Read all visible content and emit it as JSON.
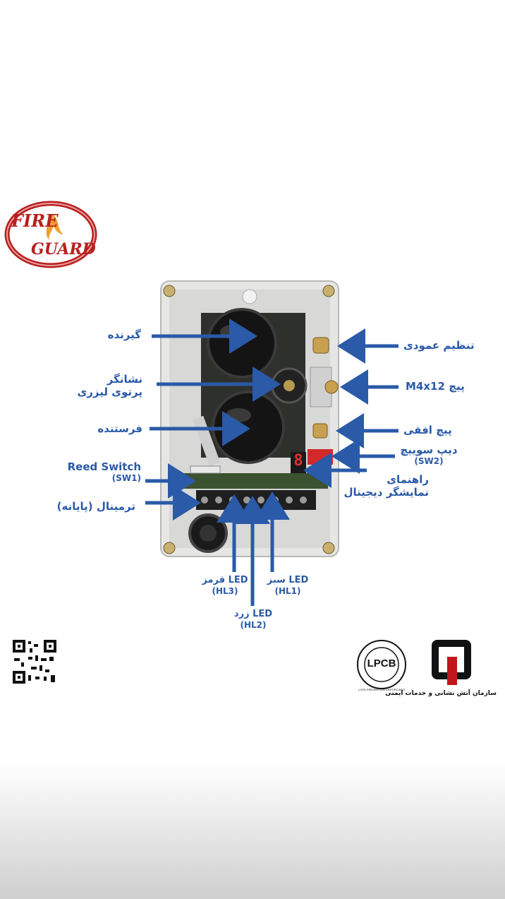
{
  "brand": {
    "line1": "FIRE",
    "line2": "GUARD"
  },
  "labels": {
    "receiver": "گیرنده",
    "laser_line1": "نشانگر",
    "laser_line2": "پرتوی لیزری",
    "transmitter": "فرستنده",
    "reed_switch": "Reed Switch",
    "reed_switch_id": "(SW1)",
    "terminal": "ترمینال (پایانه)",
    "vertical_adjust": "تنظیم عمودی",
    "screw_m4": "پیچ M4x12",
    "horizontal_screw": "پیچ افقی",
    "dip_switch": "دیپ سوییچ",
    "dip_switch_id": "(SW2)",
    "digital_guide_line1": "راهنمای",
    "digital_guide_line2": "نمایشگر دیجیتال",
    "led_red": "LED قرمز",
    "led_red_id": "(HL3)",
    "led_yellow": "LED زرد",
    "led_yellow_id": "(HL2)",
    "led_green": "LED سبز",
    "led_green_id": "(HL1)"
  },
  "display_digit": "8",
  "footer": {
    "lpcb": "LPCB",
    "lpcb_ring": "LOSS PREVENTION CERTIFICATION BOARD",
    "org_name": "سازمان آتش نشانی و خدمات ایمنی"
  },
  "colors": {
    "label_blue": "#2a5aa8",
    "brand_red": "#b8201e",
    "org_red": "#c0161c"
  }
}
